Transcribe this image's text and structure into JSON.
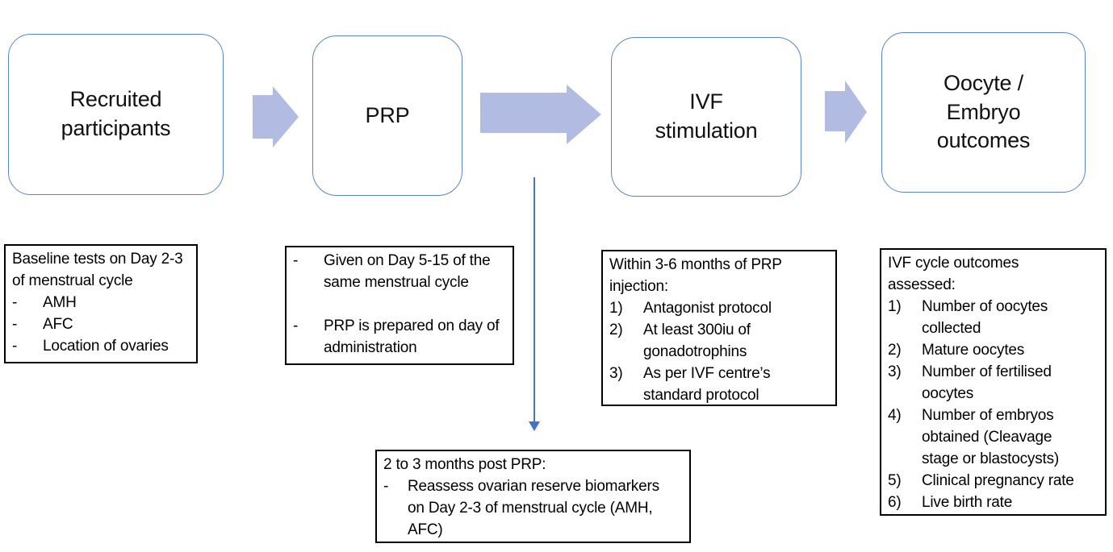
{
  "stages": [
    {
      "label": "Recruited\nparticipants"
    },
    {
      "label": "PRP"
    },
    {
      "label": "IVF\nstimulation"
    },
    {
      "label": "Oocyte /\nEmbryo\noutcomes"
    }
  ],
  "details": {
    "baseline": {
      "intro": "Baseline tests on Day 2-3 of menstrual cycle",
      "items": [
        {
          "m": "-",
          "t": "AMH"
        },
        {
          "m": "-",
          "t": "AFC"
        },
        {
          "m": "-",
          "t": "Location of ovaries"
        }
      ]
    },
    "prp": {
      "items": [
        {
          "m": "-",
          "t": "Given on Day 5-15 of the same menstrual cycle"
        },
        {
          "m": "-",
          "t": "PRP is prepared on day of administration"
        }
      ]
    },
    "ivf": {
      "intro": "Within 3-6 months of PRP injection:",
      "items": [
        {
          "m": "1)",
          "t": "Antagonist protocol"
        },
        {
          "m": "2)",
          "t": "At least 300iu of gonadotrophins"
        },
        {
          "m": "3)",
          "t": "As per IVF centre’s standard protocol"
        }
      ]
    },
    "outcomes": {
      "intro": "IVF cycle outcomes assessed:",
      "items": [
        {
          "m": "1)",
          "t": "Number of oocytes collected"
        },
        {
          "m": "2)",
          "t": "Mature oocytes"
        },
        {
          "m": "3)",
          "t": "Number of fertilised oocytes"
        },
        {
          "m": "4)",
          "t": "Number of embryos obtained (Cleavage stage or blastocysts)"
        },
        {
          "m": "5)",
          "t": "Clinical pregnancy rate"
        },
        {
          "m": "6)",
          "t": "Live birth rate"
        }
      ]
    },
    "post_prp": {
      "intro": "2 to 3 months post PRP:",
      "items": [
        {
          "m": "-",
          "t": "Reassess ovarian reserve biomarkers on Day 2-3 of menstrual cycle (AMH, AFC)"
        }
      ]
    }
  },
  "colors": {
    "stage_border": "#5b84c6",
    "arrow_fill": "#b2bce2",
    "connector_blue": "#4472c4",
    "detail_border": "#000000",
    "text": "#000000",
    "background": "#ffffff"
  }
}
